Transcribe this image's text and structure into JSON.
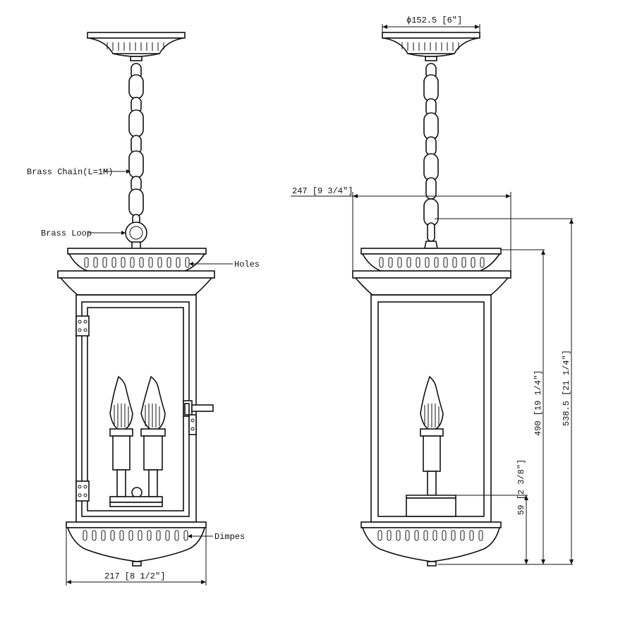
{
  "labels": {
    "brass_chain": "Brass Chain(L=1M)",
    "brass_loop": "Brass Loop",
    "holes": "Holes",
    "dimpes": "Dimpes"
  },
  "dimensions": {
    "canopy_diameter": "ϕ152.5 [6″]",
    "body_depth": "247 [9 3/4″]",
    "body_width": "217 [8 1/2″]",
    "base_height": "59 [2 3/8″]",
    "body_height": "490 [19 1/4″]",
    "overall_height": "538.5 [21 1/4″]"
  }
}
